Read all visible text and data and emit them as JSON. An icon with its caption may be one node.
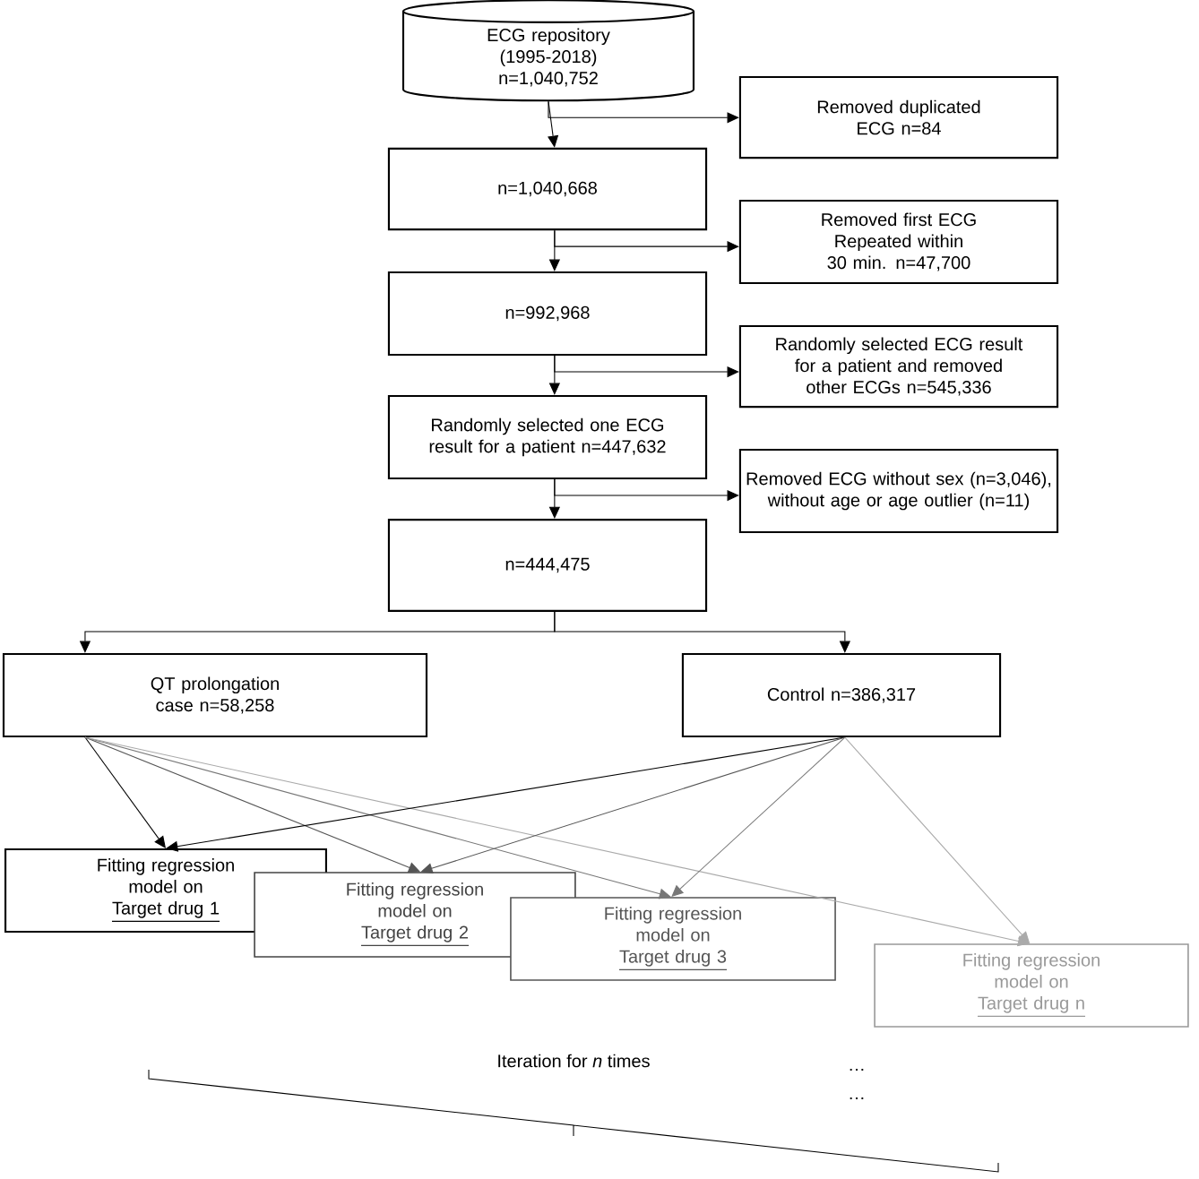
{
  "diagram": {
    "nodes": [
      {
        "text": [
          "ECG repository (1995-2018) n=1,040,752"
        ]
      },
      {
        "text": [
          "Removed duplicated ECG n=84"
        ]
      },
      {
        "text": [
          "n=1,040,668"
        ]
      },
      {
        "text": [
          "Removed first ECG Repeated within 30 min. n=47,700"
        ]
      },
      {
        "text": [
          "n=992,968"
        ]
      },
      {
        "text": [
          "Randomly selected ECG result for a patient and removed other ECGs n=545,336"
        ]
      },
      {
        "text": [
          "Randomly selected one ECG result for a patient n=447,632"
        ]
      },
      {
        "text": [
          "Removed ECG without sex (n=3,046), without age or age outlier (n=11)"
        ]
      },
      {
        "text": [
          "n=444,475"
        ]
      },
      {
        "text": [
          "QT prolongation case n=58,258"
        ]
      },
      {
        "text": [
          "Control n=386,317"
        ]
      },
      {
        "text": [
          "Fitting regression model on",
          "Target drug 1"
        ]
      },
      {
        "text": [
          "Fitting regression model on",
          "Target drug 2"
        ]
      },
      {
        "text": [
          "Fitting regression model on",
          "Target drug 3"
        ]
      },
      {
        "text": [
          "Fitting regression model on",
          "Target drug n"
        ]
      }
    ],
    "edges": [
      {
        "from": 0,
        "to": 1,
        "arrow": "to"
      },
      {
        "from": 0,
        "to": 2,
        "arrow": "to"
      },
      {
        "from": 2,
        "to": 3,
        "arrow": "to"
      },
      {
        "from": 2,
        "to": 4,
        "arrow": "to"
      },
      {
        "from": 4,
        "to": 5,
        "arrow": "to"
      },
      {
        "from": 4,
        "to": 6,
        "arrow": "to"
      },
      {
        "from": 6,
        "to": 7,
        "arrow": "to"
      },
      {
        "from": 6,
        "to": 8,
        "arrow": "to"
      },
      {
        "from": 8,
        "to": 9,
        "arrow": "to"
      },
      {
        "from": 8,
        "to": 10,
        "arrow": "to"
      },
      {
        "from": 9,
        "to": 11,
        "arrow": "to"
      },
      {
        "from": 9,
        "to": 12,
        "arrow": "to",
        "color": "#555555"
      },
      {
        "from": 9,
        "to": 13,
        "arrow": "to",
        "color": "#777777"
      },
      {
        "from": 9,
        "to": 14,
        "arrow": "to",
        "color": "#aaaaaa"
      },
      {
        "from": 10,
        "to": 11,
        "arrow": "to"
      },
      {
        "from": 10,
        "to": 12,
        "arrow": "to",
        "color": "#555555"
      },
      {
        "from": 10,
        "to": 13,
        "arrow": "to",
        "color": "#777777"
      },
      {
        "from": 10,
        "to": 14,
        "arrow": "to",
        "color": "#aaaaaa"
      }
    ],
    "labels": [
      "Iteration for *n* times",
      "…",
      "…"
    ]
  }
}
